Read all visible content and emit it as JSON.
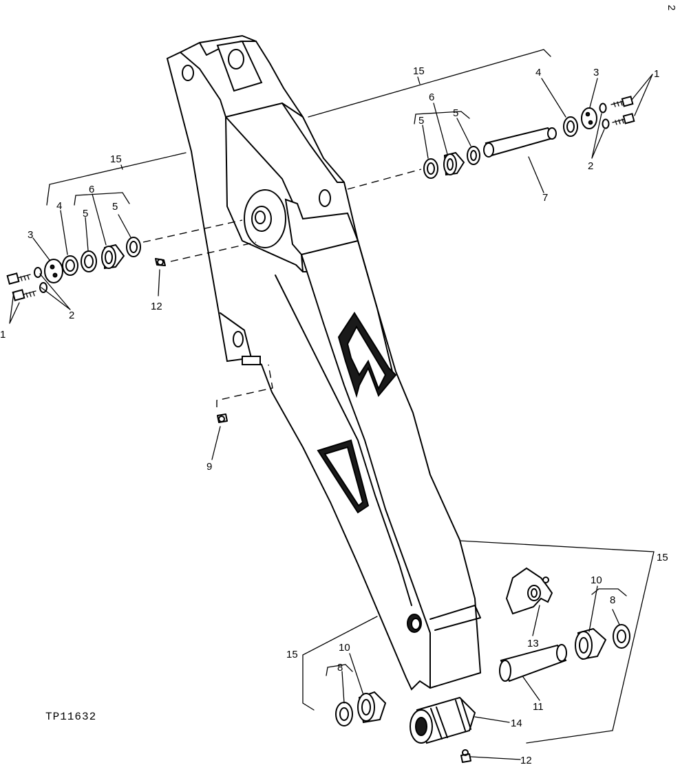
{
  "figure_code": "TP11632",
  "page_mark": "2",
  "callouts": {
    "c1a": "1",
    "c1b": "1",
    "c2a": "2",
    "c2b": "2",
    "c3a": "3",
    "c3b": "3",
    "c4a": "4",
    "c4b": "4",
    "c5a": "5",
    "c5b": "5",
    "c5c": "5",
    "c5d": "5",
    "c6a": "6",
    "c6b": "6",
    "c7": "7",
    "c8a": "8",
    "c8b": "8",
    "c9": "9",
    "c10a": "10",
    "c10b": "10",
    "c11": "11",
    "c12a": "12",
    "c12b": "12",
    "c13": "13",
    "c14": "14",
    "c15a": "15",
    "c15b": "15",
    "c15c": "15",
    "c15d": "15"
  }
}
